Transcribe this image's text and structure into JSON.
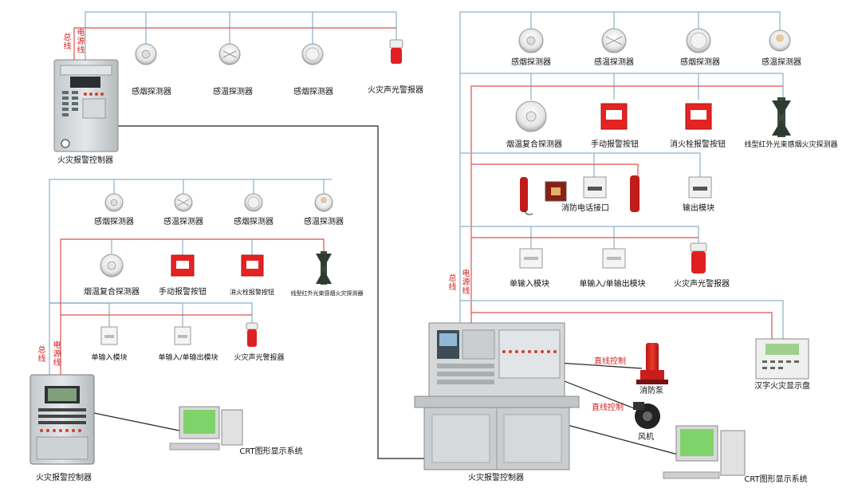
{
  "bus_labels": {
    "bus": "总线",
    "power": "电源线"
  },
  "top_left": {
    "controller": "火灾报警控制器",
    "devices": [
      "感烟探测器",
      "感温探测器",
      "感烟探测器",
      "火灾声光警报器"
    ]
  },
  "bottom_left": {
    "row1": [
      "感烟探测器",
      "感温探测器",
      "感烟探测器",
      "感温探测器"
    ],
    "row2": [
      "烟温复合探测器",
      "手动报警按钮",
      "消火栓报警按钮",
      "线型红外光束感烟火灾探测器"
    ],
    "row3": [
      "单输入模块",
      "单输入/单输出模块",
      "火灾声光警报器"
    ],
    "controller": "火灾报警控制器",
    "crt": "CRT图形显示系统"
  },
  "right": {
    "row1": [
      "感烟探测器",
      "感温探测器",
      "感烟探测器",
      "感温探测器"
    ],
    "row2": [
      "烟温复合探测器",
      "手动报警按钮",
      "消火栓报警按钮",
      "线型红外光束感烟火灾探测器"
    ],
    "row3": [
      "消防电话接口",
      "输出模块"
    ],
    "row4": [
      "单输入模块",
      "单输入/单输出模块",
      "火灾声光警报器"
    ],
    "panel": "汉字火灾显示盘",
    "direct1": "直线控制",
    "direct2": "直线控制",
    "pump": "消防泵",
    "fan": "风机",
    "controller": "火灾报警控制器",
    "crt": "CRT图形显示系统"
  },
  "colors": {
    "blue_wire": "#8ab2c6",
    "red_wire": "#d9534f",
    "black_wire": "#222222",
    "accent": "#d42020"
  }
}
